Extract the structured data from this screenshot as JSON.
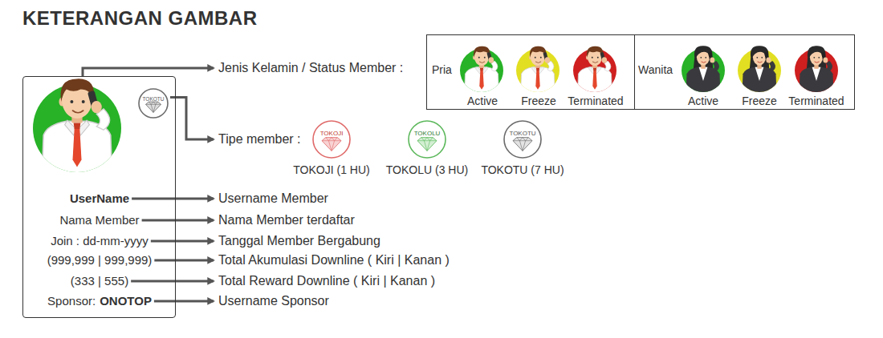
{
  "diagram": {
    "title": "KETERANGAN GAMBAR",
    "nodes": [
      {
        "text": [
          "Pria",
          "Active",
          "Freeze",
          "Terminated"
        ]
      },
      {
        "text": [
          "Wanita",
          "Active",
          "Freeze",
          "Terminated"
        ]
      },
      {
        "text": [
          "UserName",
          "Nama Member",
          "Join : dd-mm-yyyy",
          "(999,999 | 999,999)",
          "(333 | 555)",
          "Sponsor:",
          "ONOTOP"
        ]
      },
      {
        "text": [
          "TOKOTU"
        ],
        "in": 2
      },
      {
        "text": [
          "TOKOJI",
          "TOKOJI (1 HU)"
        ]
      },
      {
        "text": [
          "TOKOLU",
          "TOKOLU (3 HU)"
        ]
      },
      {
        "text": [
          "TOKOTU",
          "TOKOTU (7 HU)"
        ]
      }
    ],
    "labels": [
      "Jenis Kelamin / Status Member :",
      "Tipe member :",
      "Username Member",
      "Nama Member terdaftar",
      "Tanggal Member Bergabung",
      "Total Akumulasi Downline ( Kiri | Kanan )",
      "Total Reward Downline ( Kiri | Kanan )",
      "Username Sponsor"
    ]
  }
}
